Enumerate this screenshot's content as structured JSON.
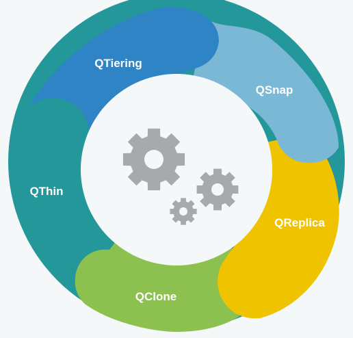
{
  "segments": [
    {
      "label": "QTiering",
      "color": "#2f84c6"
    },
    {
      "label": "QSnap",
      "color": "#7ab8d6"
    },
    {
      "label": "QReplica",
      "color": "#f0c300"
    },
    {
      "label": "QClone",
      "color": "#8dc14f"
    },
    {
      "label": "QThin",
      "color": "#23979a"
    }
  ],
  "center": {
    "icon": "gears-icon",
    "hub_color": "#f4f8f8",
    "gear_color": "#a8a9ab"
  },
  "background_color": "#f4f8f8"
}
